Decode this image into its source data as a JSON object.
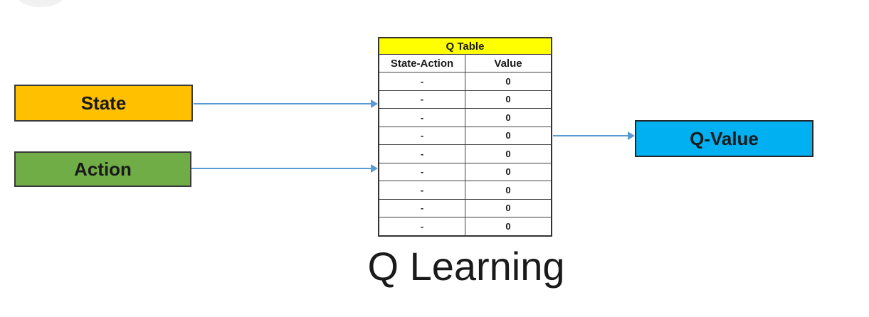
{
  "canvas": {
    "background": "#FFFFFF"
  },
  "title": {
    "text": "Q Learning",
    "color": "#1A1A1A"
  },
  "boxes": {
    "state": {
      "label": "State",
      "fill": "#FFC000",
      "border": "#3A3A3A"
    },
    "action": {
      "label": "Action",
      "fill": "#70AD47",
      "border": "#3A3A3A"
    },
    "qvalue": {
      "label": "Q-Value",
      "fill": "#00B0F0",
      "border": "#262626"
    }
  },
  "qtable": {
    "header": "Q Table",
    "header_bg": "#FFFF00",
    "columns": [
      "State-Action",
      "Value"
    ],
    "rows": [
      {
        "state_action": "-",
        "value": "0"
      },
      {
        "state_action": "-",
        "value": "0"
      },
      {
        "state_action": "-",
        "value": "0"
      },
      {
        "state_action": "-",
        "value": "0"
      },
      {
        "state_action": "-",
        "value": "0"
      },
      {
        "state_action": "-",
        "value": "0"
      },
      {
        "state_action": "-",
        "value": "0"
      },
      {
        "state_action": "-",
        "value": "0"
      },
      {
        "state_action": "-",
        "value": "0"
      }
    ]
  },
  "arrows": {
    "color": "#5B9BD5",
    "connections": [
      {
        "from": "state-box",
        "to": "q-table"
      },
      {
        "from": "action-box",
        "to": "q-table"
      },
      {
        "from": "q-table",
        "to": "qvalue-box"
      }
    ]
  }
}
